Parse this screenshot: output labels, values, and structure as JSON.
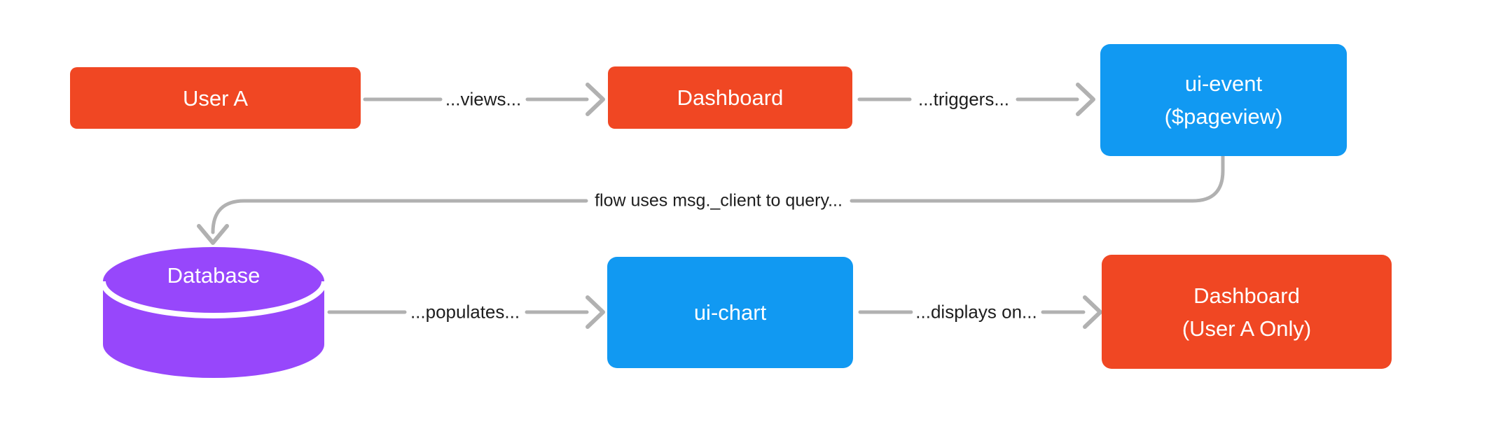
{
  "diagram": {
    "colors": {
      "orange": "#F04723",
      "blue": "#1199F2",
      "purple": "#9747FB",
      "arrow_gray": "#B1B1B1",
      "label_text": "#1E1E1E",
      "box_text": "#FFFFFF",
      "background": "#FFFFFF"
    },
    "nodes": {
      "user_a": {
        "label": "User A"
      },
      "dashboard": {
        "label": "Dashboard"
      },
      "ui_event": {
        "line1": "ui-event",
        "line2": "($pageview)"
      },
      "database": {
        "label": "Database"
      },
      "ui_chart": {
        "label": "ui-chart"
      },
      "dashboard_user_a": {
        "line1": "Dashboard",
        "line2": "(User A Only)"
      }
    },
    "edges": {
      "views": {
        "label": "...views...",
        "from": "user_a",
        "to": "dashboard"
      },
      "triggers": {
        "label": "...triggers...",
        "from": "dashboard",
        "to": "ui_event"
      },
      "query": {
        "label": "flow uses msg._client to query...",
        "from": "ui_event",
        "to": "database"
      },
      "populates": {
        "label": "...populates...",
        "from": "database",
        "to": "ui_chart"
      },
      "displays_on": {
        "label": "...displays on...",
        "from": "ui_chart",
        "to": "dashboard_user_a"
      }
    }
  }
}
